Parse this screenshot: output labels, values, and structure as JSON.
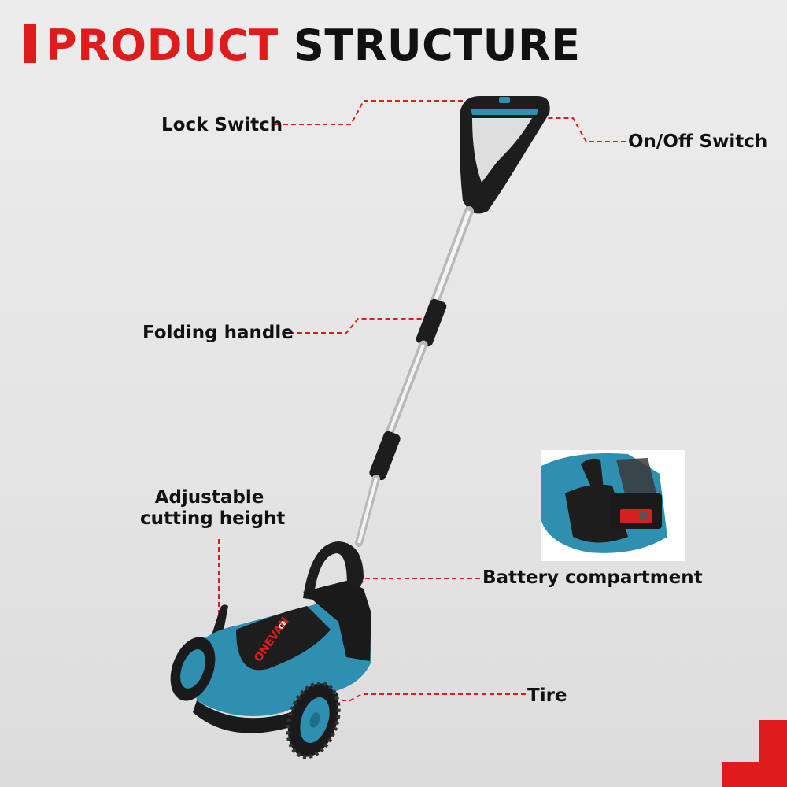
{
  "title": {
    "part1": "PRODUCT",
    "part2": "STRUCTURE"
  },
  "labels": {
    "lock_switch": "Lock Switch",
    "on_off_switch": "On/Off Switch",
    "folding_handle": "Folding handle",
    "adjustable_line1": "Adjustable",
    "adjustable_line2": "cutting height",
    "battery_compartment": "Battery compartment",
    "tire": "Tire"
  },
  "product": {
    "brand": "ONEVAN",
    "cert_mark": "CE"
  },
  "colors": {
    "accent_red": "#e01b1b",
    "body_blue": "#2f8fb0",
    "dark_plastic": "#1e1e1e"
  }
}
